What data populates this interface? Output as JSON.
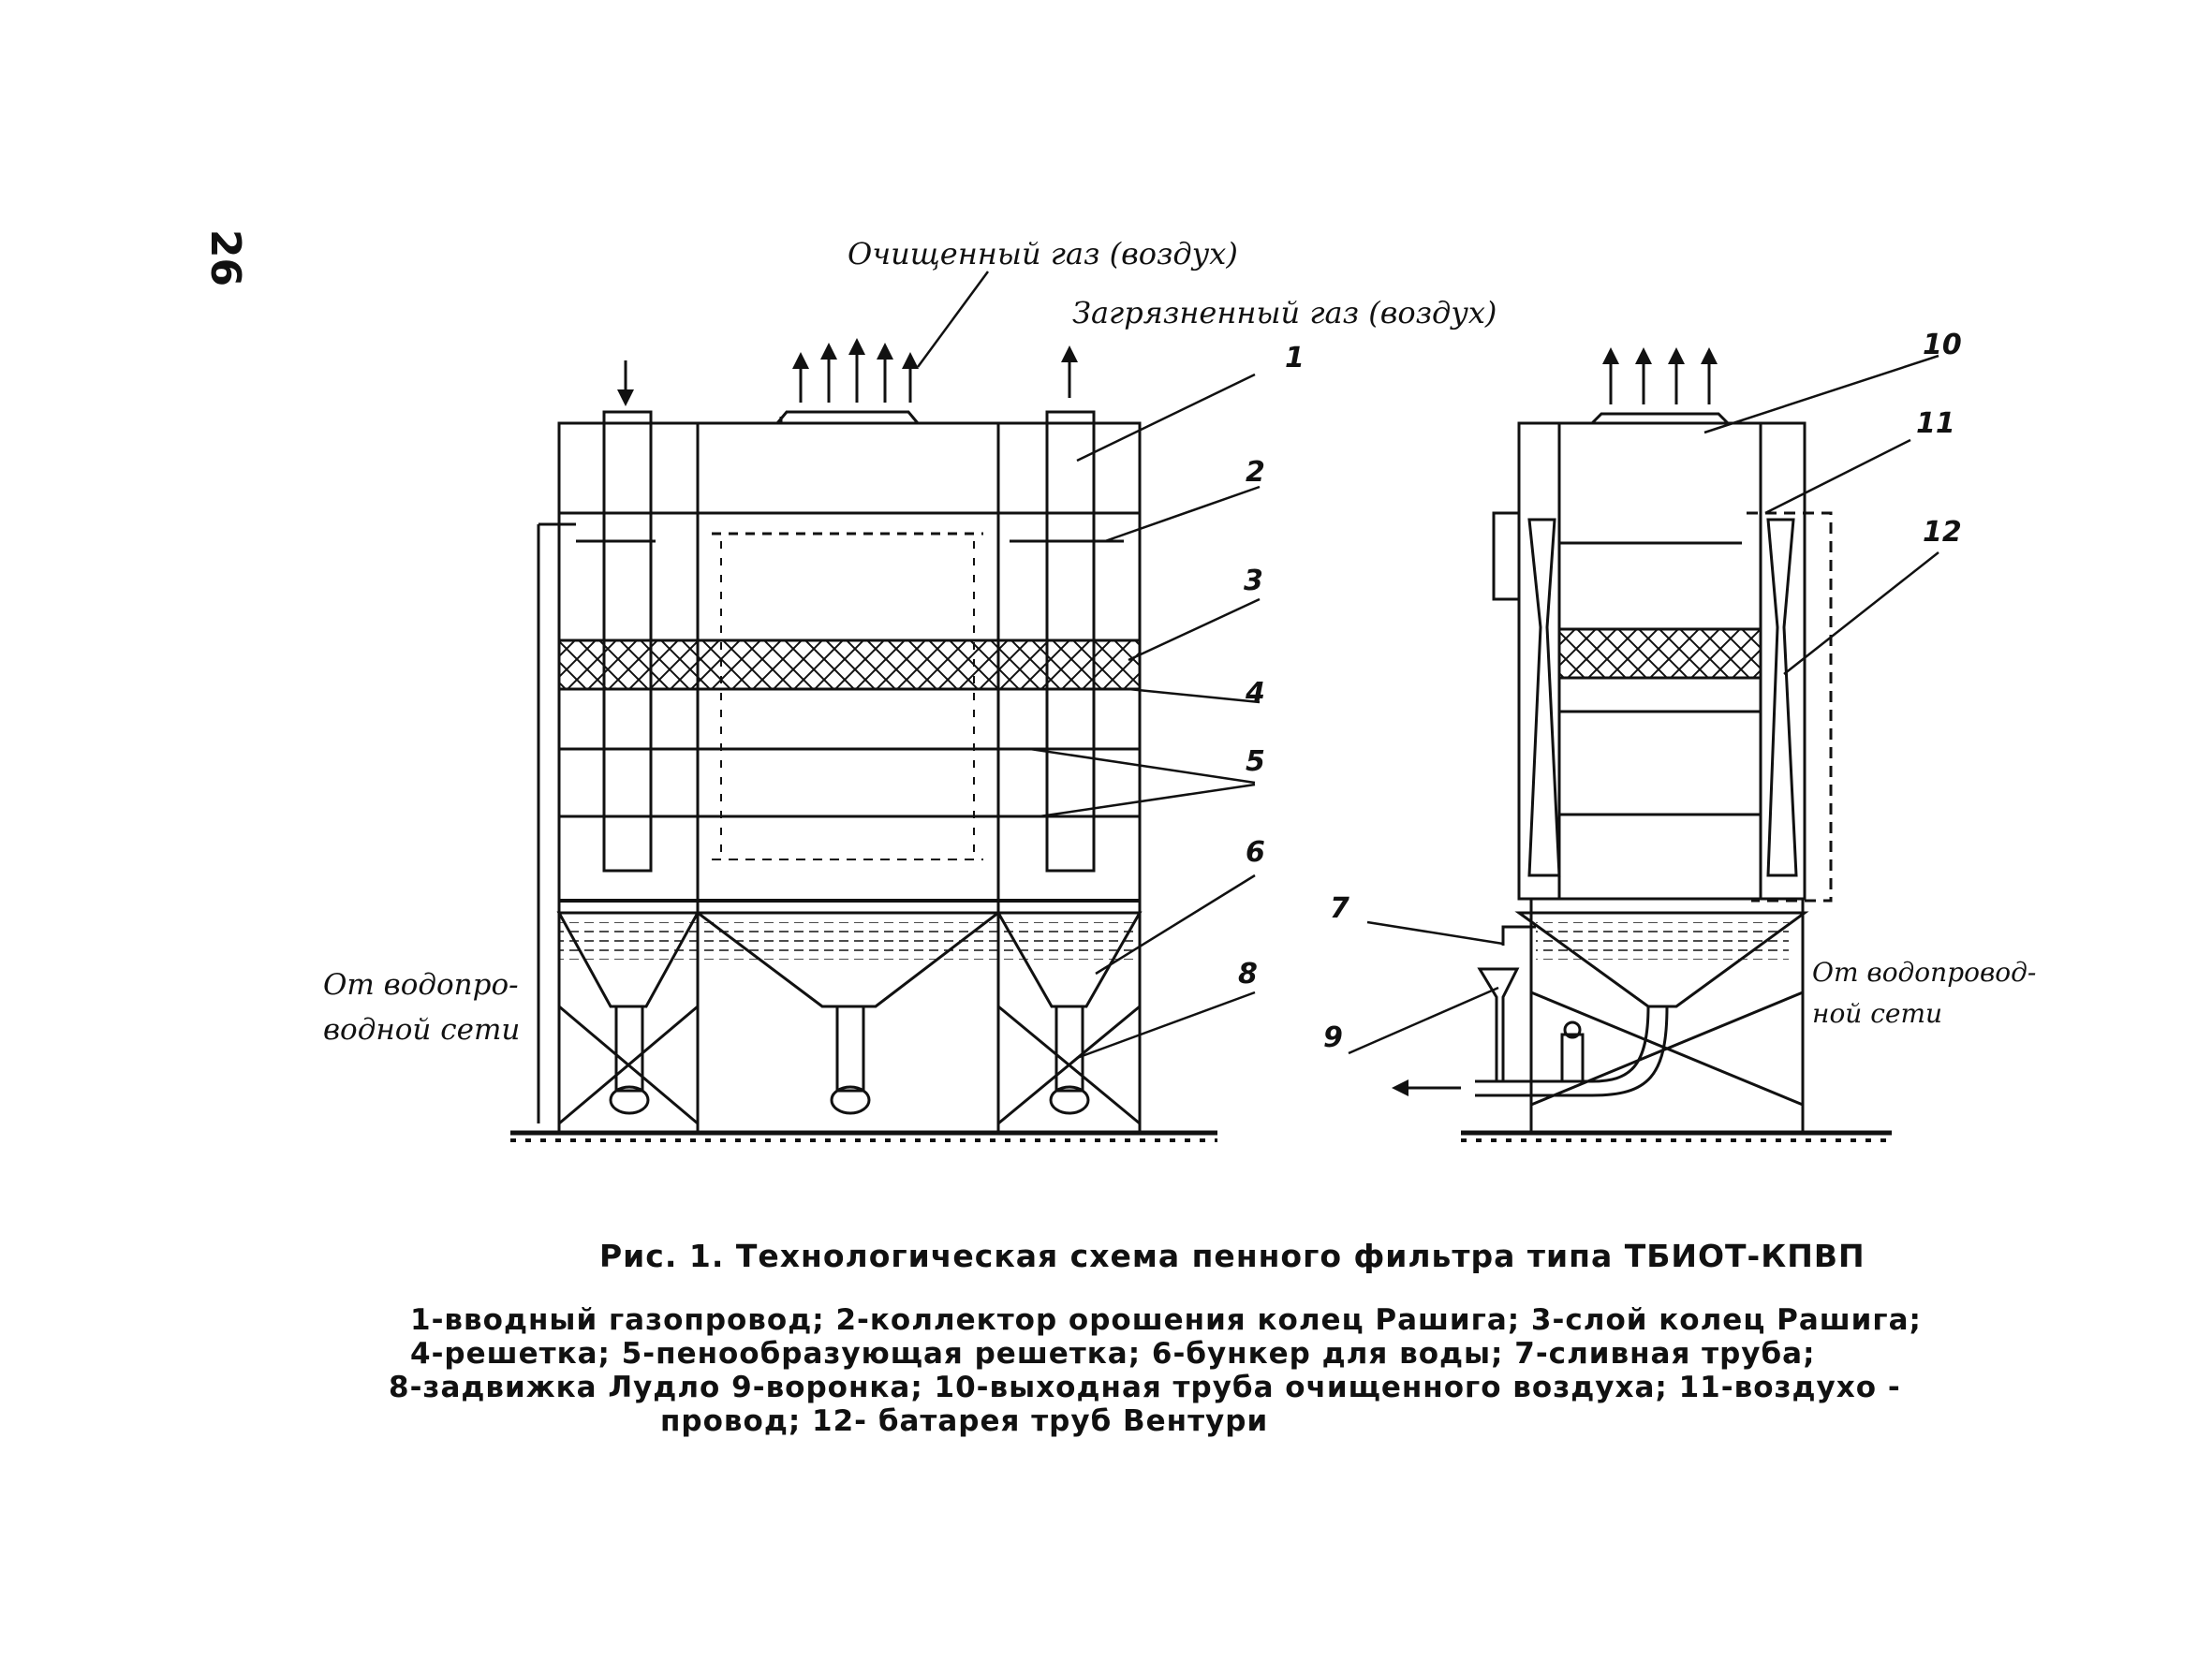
{
  "page_number": "26",
  "left_labels": {
    "clean_gas": "Очищенный газ (воздух)",
    "dirty_gas": "Загрязненный газ (воздух)",
    "water_supply_line1": "От водопро-",
    "water_supply_line2": "водной сети"
  },
  "right_labels": {
    "water_supply_line1": "От водопровод-",
    "water_supply_line2": "ной сети"
  },
  "callouts": [
    "1",
    "2",
    "3",
    "4",
    "5",
    "6",
    "7",
    "8",
    "9",
    "10",
    "11",
    "12"
  ],
  "caption": {
    "title": "Рис. 1. Технологическая схема пенного фильтра типа ТБИОТ-КПВП",
    "line1": "1-вводный газопровод; 2-коллектор орошения колец Рашига; 3-слой колец Рашига;",
    "line2": "4-решетка; 5-пенообразующая решетка; 6-бункер для воды; 7-сливная труба;",
    "line3": "8-задвижка Лудло 9-воронка; 10-выходная труба очищенного воздуха; 11-воздухо -",
    "line4": "провод; 12- батарея труб Вентури"
  }
}
